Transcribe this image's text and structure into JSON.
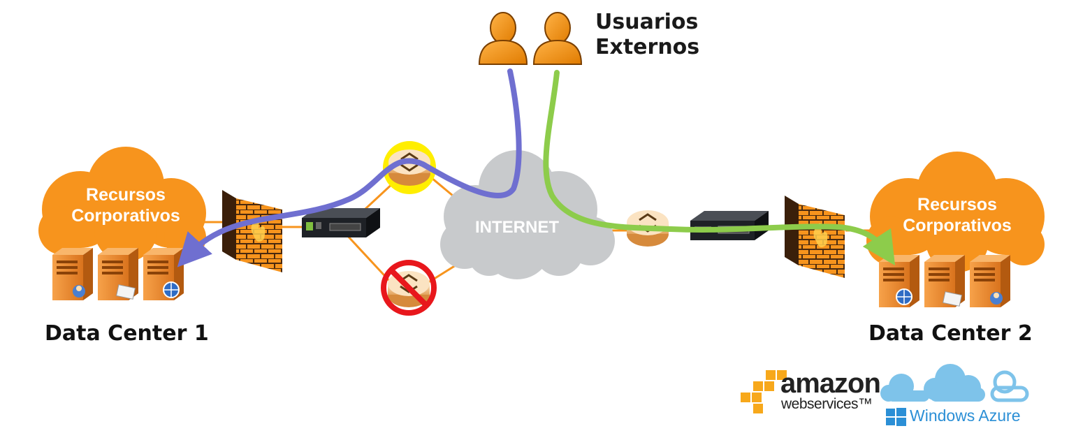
{
  "users": {
    "line1": "Usuarios",
    "line2": "Externos"
  },
  "datacenter1": {
    "label": "Data Center 1",
    "cloud_line1": "Recursos",
    "cloud_line2": "Corporativos"
  },
  "datacenter2": {
    "label": "Data Center 2",
    "cloud_line1": "Recursos",
    "cloud_line2": "Corporativos"
  },
  "internet": {
    "label": "INTERNET"
  },
  "logos": {
    "aws_word": "amazon",
    "aws_sub": "webservices™",
    "azure_word": "Windows Azure"
  },
  "colors": {
    "orange": "#f7941d",
    "path_purple": "#6f6fd0",
    "path_green": "#8dcc4b",
    "internet_gray": "#c8cacc",
    "router_active": "#ffee00",
    "router_blocked": "#e8171c",
    "azure_blue": "#2b8fd6"
  },
  "icons": {
    "users": "user-icon",
    "firewall": "firewall-icon",
    "switch": "switch-icon",
    "router": "router-icon",
    "server": "server-icon"
  }
}
